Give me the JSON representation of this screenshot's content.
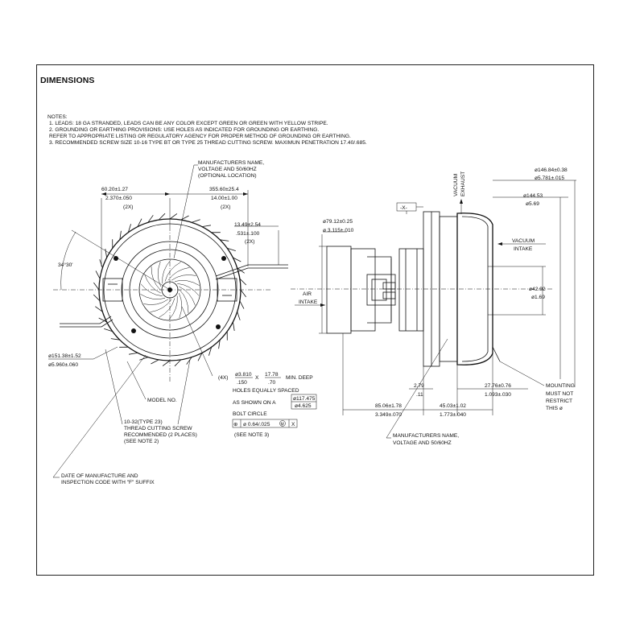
{
  "title": "DIMENSIONS",
  "notes": {
    "heading": "NOTES:",
    "lines": [
      "1.  LEADS: 18 GA STRANDED, LEADS CAN BE ANY COLOR EXCEPT GREEN OR GREEN WITH YELLOW STRIPE.",
      "2.  GROUNDING OR EARTHING PROVISIONS: USE HOLES AS INDICATED FOR GROUNDING OR EARTHING.",
      "     REFER TO APPROPRIATE LISTING OR REGULATORY AGENCY FOR PROPER METHOD OF GROUNDING OR EARTHING.",
      "3.  RECOMMENDED SCREW SIZE 10-16 TYPE BT OR TYPE 25 THREAD CUTTING SCREW. MAXIMUN PENETRATION 17.40/.685."
    ]
  },
  "front_view": {
    "mfr_label": [
      "MANUFACTURERS NAME,",
      "VOLTAGE AND 50/60HZ",
      "(OPTIONAL LOCATION)"
    ],
    "dim_a": [
      "60.20±1.27",
      "2.370±.050",
      "(2X)"
    ],
    "dim_b": [
      "355.60±25.4",
      "14.00±1.00",
      "(2X)"
    ],
    "dim_c": [
      "13.49±2.54",
      ".531±.100",
      "(2X)"
    ],
    "angle": "34°30'",
    "dia_outer": [
      "ø151.38±1.52",
      "ø5.960±.060"
    ],
    "model_no": "MODEL NO.",
    "holes": {
      "qty": "(4X)",
      "dia": [
        "ø3.810",
        ".150"
      ],
      "x": "X",
      "depth": [
        "17.78",
        ".70"
      ],
      "min_deep": "MIN. DEEP",
      "spaced": "HOLES EQUALLY SPACED",
      "as_shown": "AS SHOWN ON A",
      "bc": [
        "ø117.475",
        "ø4.625"
      ],
      "bolt_circle": "BOLT CIRCLE",
      "tol_symbol": "⊕",
      "tol_value": "ø 0.64/.025",
      "tol_mod": "M",
      "tol_datum": "X",
      "see_note": "(SEE NOTE 3)"
    },
    "screw_note": [
      "10-32(TYPE 23)",
      "THREAD CUTTING SCREW",
      "RECOMMENDED (2 PLACES)",
      "(SEE NOTE 2)"
    ],
    "date_note": [
      "DATE OF MANUFACTURE AND",
      "INSPECTION CODE WITH \"F\" SUFFIX"
    ]
  },
  "side_view": {
    "datum": "-X-",
    "vacuum_exhaust": [
      "VACUUM",
      "EXHAUST"
    ],
    "vacuum_intake": [
      "VACUUM",
      "INTAKE"
    ],
    "air_intake": [
      "AIR",
      "INTAKE"
    ],
    "dia_79": [
      "ø79.12±0.25",
      "ø 3.115±.010"
    ],
    "dia_146": [
      "ø146.84±0.38",
      "ø5.781±.015"
    ],
    "dia_144": [
      "ø144.53",
      "ø5.69"
    ],
    "dia_42": [
      "ø42.92",
      "ø1.69"
    ],
    "dim_279": [
      "2.79",
      ".11"
    ],
    "dim_2776": [
      "27.76±0.76",
      "1.093±.030"
    ],
    "dim_8506": [
      "85.06±1.78",
      "3.349±.070"
    ],
    "dim_4503": [
      "45.03±1.02",
      "1.773±.040"
    ],
    "mounting_note": [
      "MOUNTING",
      "MUST NOT",
      "RESTRICT",
      "THIS ø"
    ],
    "mfr_label": [
      "MANUFACTURERS NAME,",
      "VOLTAGE AND 50/60HZ"
    ]
  }
}
